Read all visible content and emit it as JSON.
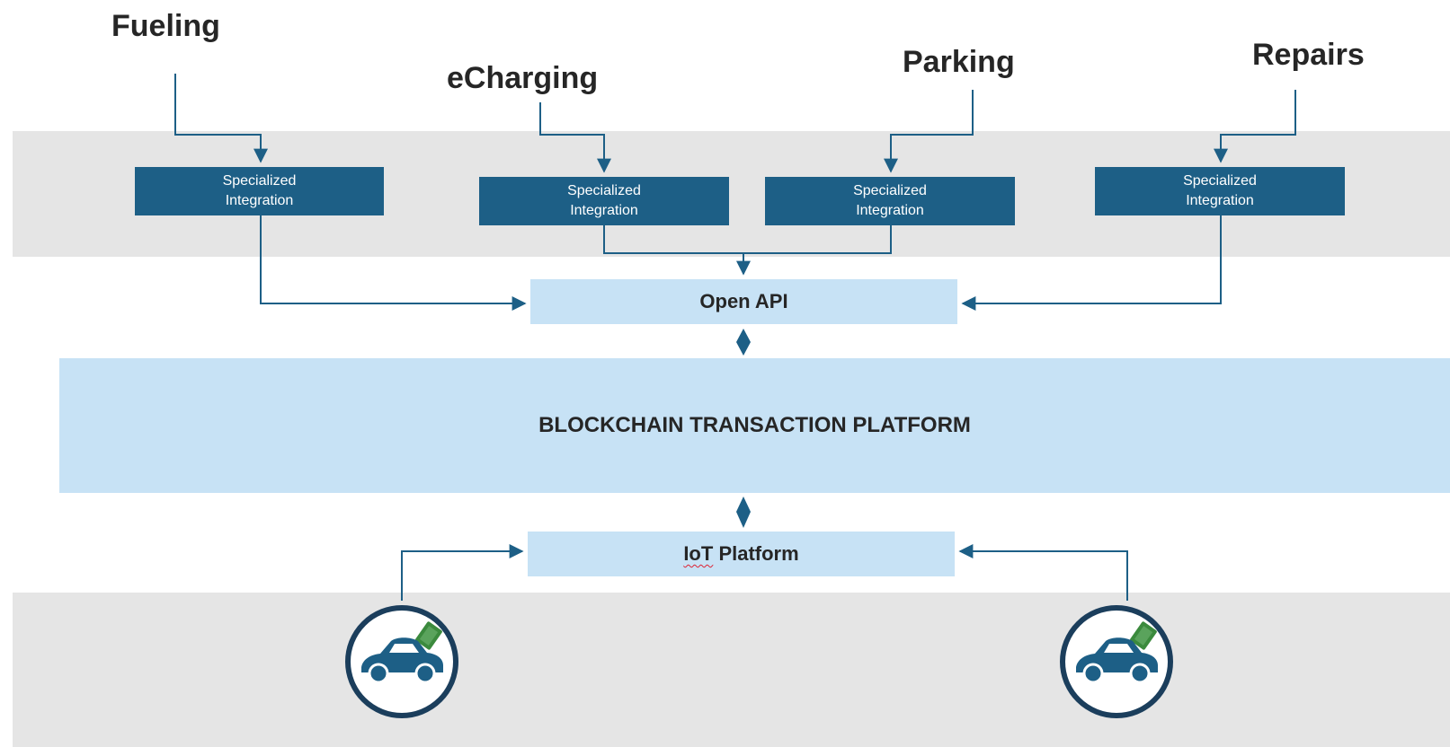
{
  "services": [
    {
      "id": "fueling",
      "label": "Fueling"
    },
    {
      "id": "echarging",
      "label": "eCharging"
    },
    {
      "id": "parking",
      "label": "Parking"
    },
    {
      "id": "repairs",
      "label": "Repairs"
    }
  ],
  "integration": {
    "line1": "Specialized",
    "line2": "Integration"
  },
  "open_api": {
    "label": "Open API"
  },
  "blockchain": {
    "label": "BLOCKCHAIN TRANSACTION PLATFORM"
  },
  "iot": {
    "word1": "IoT",
    "word2": "Platform"
  },
  "vehicles": [
    {
      "id": "vehicle-left",
      "icon": "connected-car-icon"
    },
    {
      "id": "vehicle-right",
      "icon": "connected-car-icon"
    }
  ],
  "colors": {
    "dark_blue": "#1d5f86",
    "light_blue": "#c7e2f5",
    "band_gray": "#e5e5e5",
    "arrow": "#1d5f86",
    "circle_border": "#1b3e5c"
  }
}
